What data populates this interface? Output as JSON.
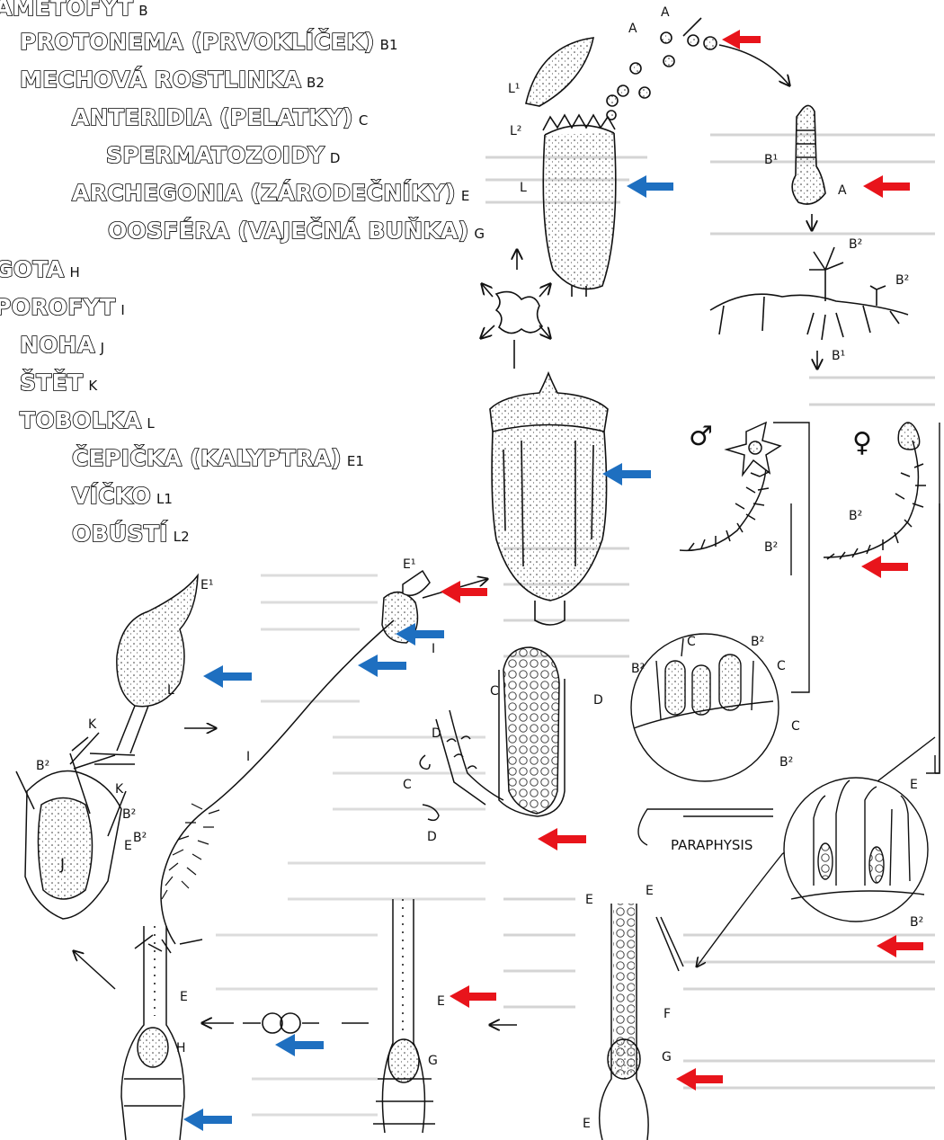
{
  "legend": [
    {
      "text": "AMETOFYT",
      "code": "B"
    },
    {
      "text": "PROTONEMA (PRVOKLÍČEK)",
      "code": "B1"
    },
    {
      "text": "MECHOVÁ ROSTLINKA",
      "code": "B2"
    },
    {
      "text": "ANTERIDIA (PELATKY)",
      "code": "C"
    },
    {
      "text": "SPERMATOZOIDY",
      "code": "D"
    },
    {
      "text": "ARCHEGONIA (ZÁRODEČNÍKY)",
      "code": "E"
    },
    {
      "text": "OOSFÉRA (VAJEČNÁ BUŇKA)",
      "code": "G"
    },
    {
      "text": "GOTA",
      "code": "H"
    },
    {
      "text": "POROFYT",
      "code": "I"
    },
    {
      "text": "NOHA",
      "code": "J"
    },
    {
      "text": "ŠTĚT",
      "code": "K"
    },
    {
      "text": "TOBOLKA",
      "code": "L"
    },
    {
      "text": "ČEPIČKA (KALYPTRA)",
      "code": "E1"
    },
    {
      "text": "VÍČKO",
      "code": "L1"
    },
    {
      "text": "OBÚSTÍ",
      "code": "L2"
    }
  ],
  "diagram_labels": {
    "A": "A",
    "B1": "B¹",
    "B2": "B²",
    "C": "C",
    "D": "D",
    "E": "E",
    "E1": "E¹",
    "F": "F",
    "G": "G",
    "H": "H",
    "I": "I",
    "J": "J",
    "K": "K",
    "L": "L",
    "L1": "L¹",
    "L2": "L²",
    "paraphysis": "PARAPHYSIS",
    "male": "♂",
    "female": "♀"
  },
  "arrow_colors": {
    "red": "#e8141b",
    "blue": "#1e6fc0"
  }
}
